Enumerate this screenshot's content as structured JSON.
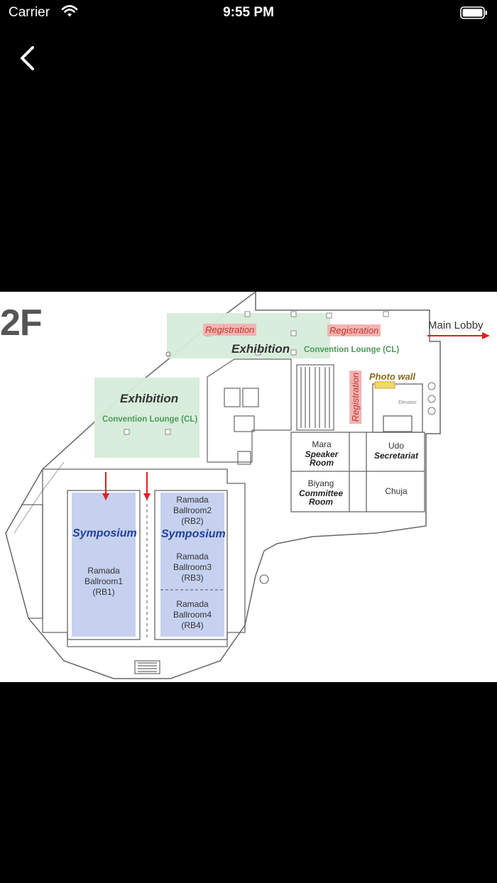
{
  "status_bar": {
    "carrier": "Carrier",
    "time": "9:55 PM"
  },
  "nav": {
    "back_icon": "chevron-left-icon"
  },
  "map": {
    "floor": "2F",
    "main_lobby": "Main Lobby",
    "registration": "Registration",
    "exhibition": "Exhibition",
    "convention_lounge": "Convention Lounge (CL)",
    "photo_wall": "Photo wall",
    "elevator": "Elevator",
    "symposium": "Symposium",
    "rooms": {
      "mara": "Mara",
      "mara_sub1": "Speaker",
      "mara_sub2": "Room",
      "udo": "Udo",
      "udo_sub": "Secretariat",
      "biyang": "Biyang",
      "biyang_sub1": "Committee",
      "biyang_sub2": "Room",
      "chuja": "Chuja",
      "rb1_l1": "Ramada",
      "rb1_l2": "Ballroom1",
      "rb1_l3": "(RB1)",
      "rb2_l1": "Ramada",
      "rb2_l2": "Ballroom2",
      "rb2_l3": "(RB2)",
      "rb3_l1": "Ramada",
      "rb3_l2": "Ballroom3",
      "rb3_l3": "(RB3)",
      "rb4_l1": "Ramada",
      "rb4_l2": "Ballroom4",
      "rb4_l3": "(RB4)"
    },
    "colors": {
      "exhibition_fill": "#d6ecd9",
      "registration_fill": "#f2b4b4",
      "symposium_fill": "#c5d1ef",
      "arrow": "#e02020",
      "photo_wall_fill": "#f5d76e"
    }
  }
}
